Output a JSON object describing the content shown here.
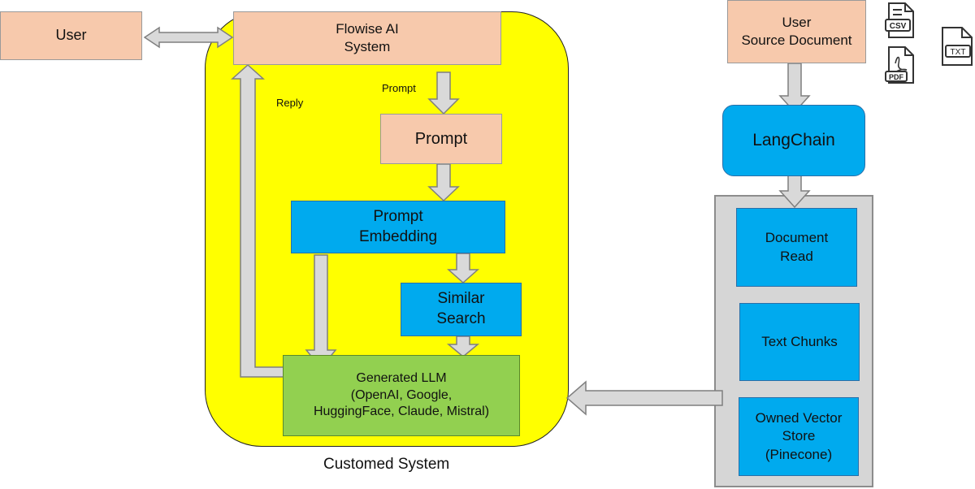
{
  "nodes": {
    "user": "User",
    "flowise": "Flowise AI\nSystem",
    "prompt_box": "Prompt",
    "prompt_embedding": "Prompt\nEmbedding",
    "similar_search": "Similar\nSearch",
    "generated_llm": "Generated LLM\n(OpenAI, Google,\nHuggingFace, Claude, Mistral)",
    "user_source_document": "User\nSource Document",
    "langchain": "LangChain",
    "document_read": "Document\nRead",
    "text_chunks": "Text Chunks",
    "vector_store": "Owned Vector\nStore\n(Pinecone)"
  },
  "labels": {
    "prompt_edge": "Prompt",
    "reply_edge": "Reply",
    "customed_system": "Customed System"
  },
  "file_icons": {
    "csv": "CSV",
    "pdf": "PDF",
    "txt": "TXT"
  },
  "colors": {
    "peach": "#f7c9ac",
    "blue": "#00aaee",
    "green": "#92d050",
    "yellow": "#ffff00",
    "arrow_fill": "#d9d9d9",
    "arrow_stroke": "#7f7f7f"
  }
}
